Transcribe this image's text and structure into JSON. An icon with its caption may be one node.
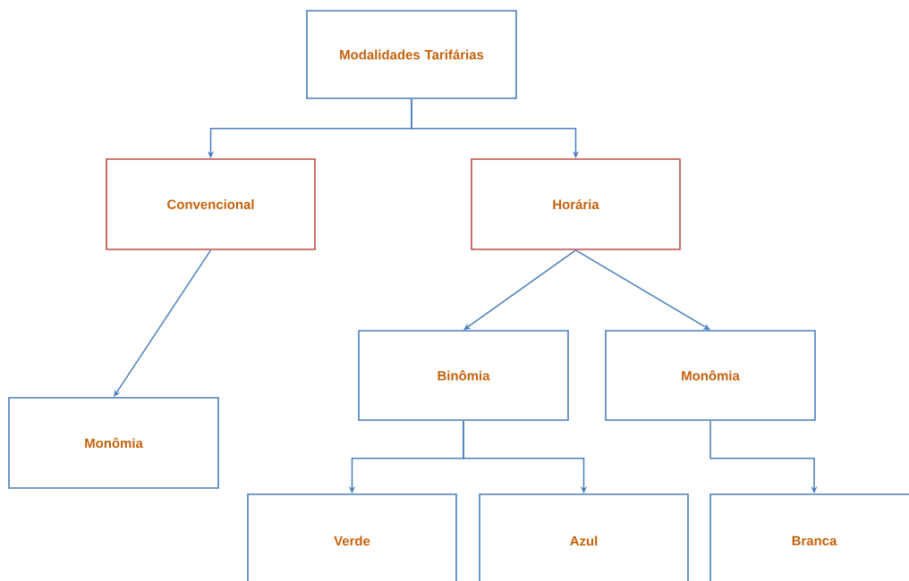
{
  "diagram": {
    "nodes": [
      {
        "text": [
          "Modalidades Tarifárias"
        ]
      },
      {
        "text": [
          "Convencional"
        ]
      },
      {
        "text": [
          "Horária"
        ]
      },
      {
        "text": [
          "Monômia"
        ]
      },
      {
        "text": [
          "Binômia"
        ]
      },
      {
        "text": [
          "Monômia"
        ]
      },
      {
        "text": [
          "Verde"
        ]
      },
      {
        "text": [
          "Azul"
        ]
      },
      {
        "text": [
          "Branca"
        ]
      }
    ],
    "edges": [
      {
        "from": 0,
        "to": 1,
        "arrow": "to"
      },
      {
        "from": 0,
        "to": 2,
        "arrow": "to"
      },
      {
        "from": 1,
        "to": 3,
        "arrow": "to"
      },
      {
        "from": 2,
        "to": 4,
        "arrow": "to"
      },
      {
        "from": 2,
        "to": 5,
        "arrow": "to"
      },
      {
        "from": 4,
        "to": 6,
        "arrow": "to"
      },
      {
        "from": 4,
        "to": 7,
        "arrow": "to"
      },
      {
        "from": 5,
        "to": 8,
        "arrow": "to"
      }
    ]
  }
}
